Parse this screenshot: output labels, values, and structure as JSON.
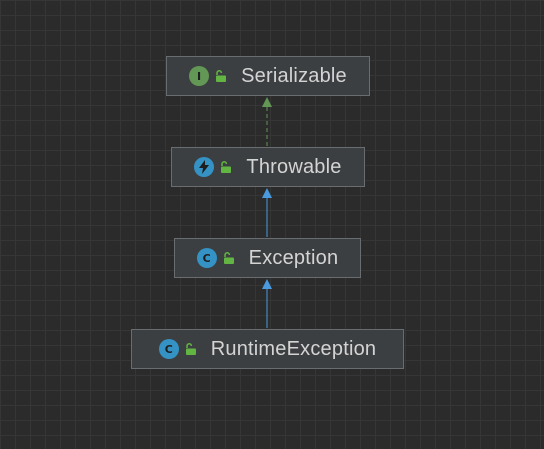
{
  "colors": {
    "background": "#2b2b2b",
    "grid": "#363636",
    "node_fill": "#3c3f41",
    "node_border": "#6a6d70",
    "node_text": "#d4d4d4",
    "interface_badge": "#629755",
    "class_badge": "#3592c4",
    "lock": "#62b543",
    "implements_edge": "#629755",
    "extends_edge": "#4a9ae0"
  },
  "nodes": [
    {
      "id": "serializable",
      "label": "Serializable",
      "kind": "interface",
      "badge_letter": "I",
      "badge_icon": "interface-icon",
      "visibility_icon": "unlocked-icon"
    },
    {
      "id": "throwable",
      "label": "Throwable",
      "kind": "abstract",
      "badge_letter": "",
      "badge_icon": "lightning-icon",
      "visibility_icon": "unlocked-icon"
    },
    {
      "id": "exception",
      "label": "Exception",
      "kind": "class",
      "badge_letter": "C",
      "badge_icon": "class-icon",
      "visibility_icon": "unlocked-icon"
    },
    {
      "id": "runtime_exception",
      "label": "RuntimeException",
      "kind": "class",
      "badge_letter": "C",
      "badge_icon": "class-icon",
      "visibility_icon": "unlocked-icon"
    }
  ],
  "edges": [
    {
      "from": "throwable",
      "to": "serializable",
      "type": "implements",
      "style": "dashed"
    },
    {
      "from": "exception",
      "to": "throwable",
      "type": "extends",
      "style": "solid"
    },
    {
      "from": "runtime_exception",
      "to": "exception",
      "type": "extends",
      "style": "solid"
    }
  ]
}
